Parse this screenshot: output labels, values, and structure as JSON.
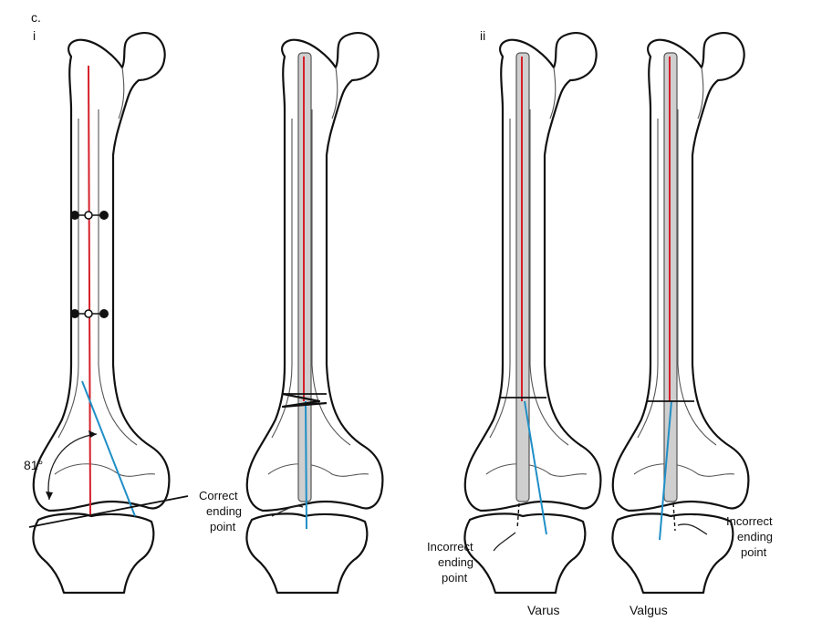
{
  "figure": {
    "panel_letter": "c.",
    "sub_panels": [
      "i",
      "ii"
    ],
    "angle_label": "81°",
    "correct_label": [
      "Correct",
      "ending",
      "point"
    ],
    "incorrect_label_left": [
      "Incorrect",
      "ending",
      "point"
    ],
    "incorrect_label_right": [
      "Incorrect",
      "ending",
      "point"
    ],
    "captions": {
      "varus": "Varus",
      "valgus": "Valgus"
    }
  },
  "colors": {
    "red_line": "#d4202a",
    "blue_line": "#1f8fc7",
    "outline": "#111111",
    "nail": "#9a9a9a"
  }
}
